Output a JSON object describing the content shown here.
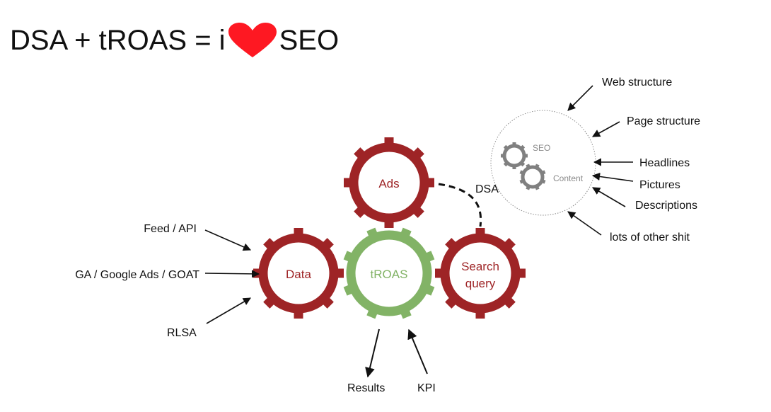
{
  "title": {
    "prefix": "DSA + tROAS = i",
    "suffix": "SEO",
    "symbol": "heart",
    "heart_color": "#fe1822"
  },
  "colors": {
    "gear_red": "#9e2426",
    "gear_green": "#82b366",
    "gear_gray": "#808080",
    "arrow": "#111111"
  },
  "gears": {
    "ads": {
      "label": "Ads"
    },
    "data": {
      "label": "Data"
    },
    "troas": {
      "label": "tROAS"
    },
    "search_query": {
      "line1": "Search",
      "line2": "query"
    },
    "seo": {
      "label": "SEO"
    },
    "content": {
      "label": "Content"
    }
  },
  "connector_label": "DSA",
  "inputs_left": {
    "feed": "Feed / API",
    "ga": "GA / Google Ads / GOAT",
    "rlsa": "RLSA"
  },
  "outputs_bottom": {
    "results": "Results",
    "kpi": "KPI"
  },
  "seo_factors": {
    "web_structure": "Web structure",
    "page_structure": "Page structure",
    "headlines": "Headlines",
    "pictures": "Pictures",
    "descriptions": "Descriptions",
    "other": "lots of other shit"
  }
}
